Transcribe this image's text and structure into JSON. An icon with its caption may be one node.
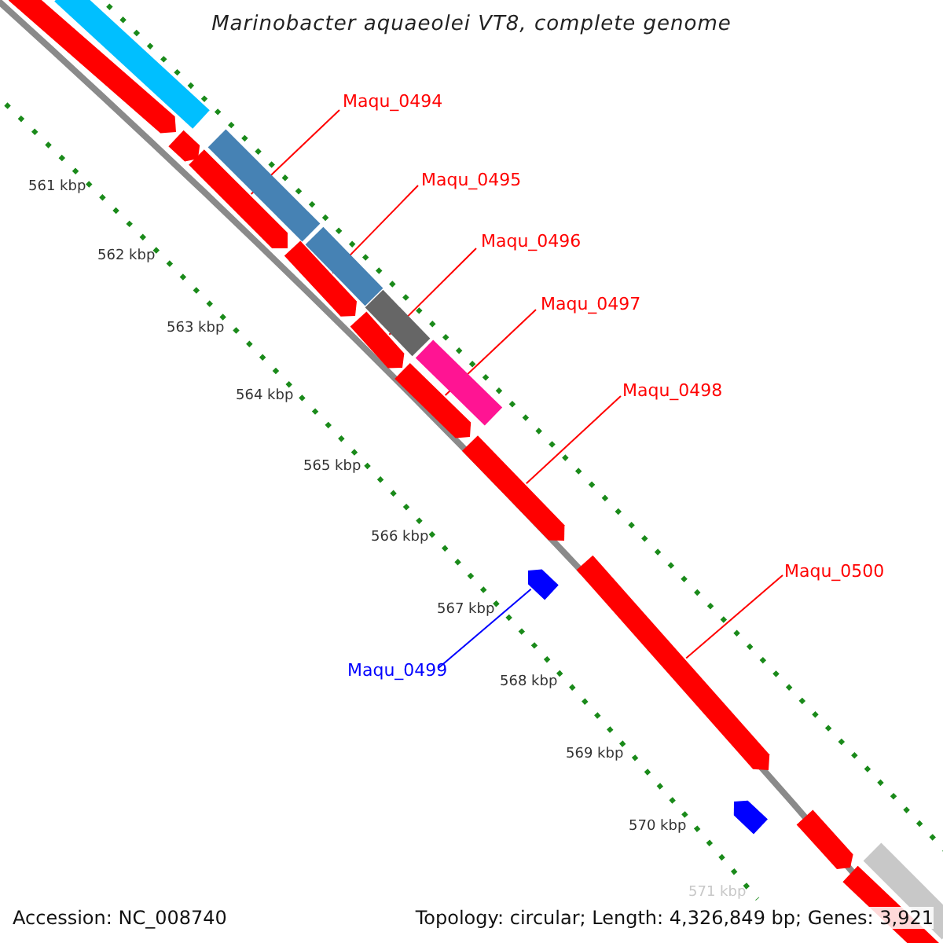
{
  "diagram": {
    "title": "Marinobacter aquaeolei VT8, complete genome",
    "nodes": [
      {
        "text": [
          "Maqu_0494"
        ]
      },
      {
        "text": [
          "Maqu_0495"
        ]
      },
      {
        "text": [
          "Maqu_0496"
        ]
      },
      {
        "text": [
          "Maqu_0497"
        ]
      },
      {
        "text": [
          "Maqu_0498"
        ]
      },
      {
        "text": [
          "Maqu_0500"
        ]
      },
      {
        "text": [
          "Maqu_0499"
        ]
      },
      {
        "text": [],
        "shape": "arrow"
      },
      {
        "text": [],
        "shape": "bar"
      },
      {
        "text": [],
        "shape": "arrow"
      },
      {
        "text": [],
        "shape": "bar"
      },
      {
        "text": [],
        "shape": "arrow"
      },
      {
        "text": [],
        "shape": "bar"
      },
      {
        "text": [],
        "shape": "arrow"
      },
      {
        "text": [],
        "shape": "bar"
      },
      {
        "text": [],
        "shape": "arrow"
      },
      {
        "text": [],
        "shape": "bar"
      },
      {
        "text": [],
        "shape": "arrow"
      },
      {
        "text": [],
        "shape": "arrow"
      },
      {
        "text": [],
        "shape": "arrow"
      },
      {
        "text": [],
        "shape": "arrow"
      },
      {
        "text": [],
        "shape": "arrow"
      },
      {
        "text": [],
        "shape": "arrow"
      },
      {
        "text": [],
        "shape": "bar"
      },
      {
        "text": [],
        "shape": "arrow"
      }
    ],
    "edges": [
      {
        "from": 0,
        "to": 11,
        "arrow": "none"
      },
      {
        "from": 1,
        "to": 13,
        "arrow": "none"
      },
      {
        "from": 2,
        "to": 15,
        "arrow": "none"
      },
      {
        "from": 3,
        "to": 17,
        "arrow": "none"
      },
      {
        "from": 4,
        "to": 18,
        "arrow": "none"
      },
      {
        "from": 5,
        "to": 19,
        "arrow": "none"
      },
      {
        "from": 6,
        "to": 20,
        "arrow": "none",
        "color": "#0000ff"
      }
    ],
    "labels": [
      "561 kbp",
      "562 kbp",
      "563 kbp",
      "564 kbp",
      "565 kbp",
      "566 kbp",
      "567 kbp",
      "568 kbp",
      "569 kbp",
      "570 kbp",
      "571 kbp",
      "Accession: NC_008740",
      "Topology: circular; Length: 4,326,849 bp; Genes: 3,921"
    ]
  }
}
